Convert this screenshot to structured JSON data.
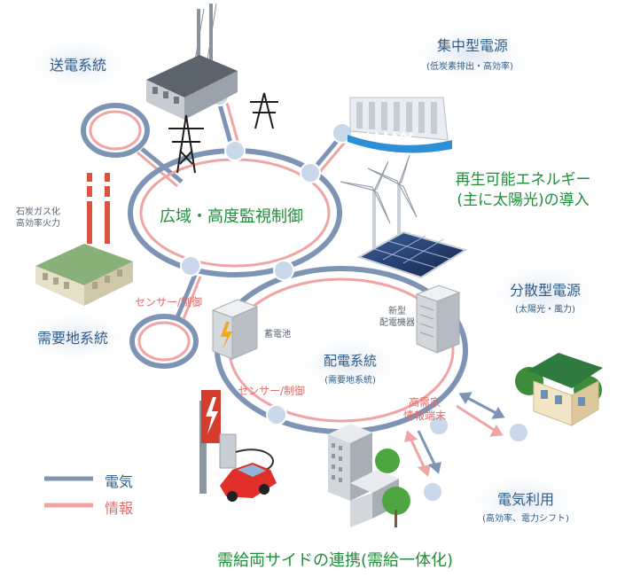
{
  "labels": {
    "transmission": "送電系統",
    "centralized": "集中型電源",
    "centralized_sub": "(低炭素排出・高効率)",
    "renewable_line1": "再生可能エネルギー",
    "renewable_line2": "(主に太陽光)の導入",
    "coal": "石炭ガス化\n高効率火力",
    "wide_area": "広域・高度監視制御",
    "demand_system": "需要地系統",
    "sensor_control_1": "センサー/制御",
    "sensor_control_2": "センサー/制御",
    "battery": "蓄電池",
    "new_equipment": "新型\n配電機器",
    "distributed": "分散型電源",
    "distributed_sub": "(太陽光・風力)",
    "distribution": "配電系統",
    "distribution_sub": "(需要地系統)",
    "terminal": "高需家\n情報端末",
    "legend_power": "電気",
    "legend_info": "情報",
    "usage": "電気利用",
    "usage_sub": "(高効率、電力シフト)",
    "footer": "需給両サイドの連携(需給一体化)"
  },
  "colors": {
    "power": "#7d94b5",
    "info": "#f0a4a4",
    "node": "#c9d8ea",
    "green_text": "#1f8f3a",
    "blue_text": "#2f5d8a",
    "halo": "#e3ebf5"
  }
}
